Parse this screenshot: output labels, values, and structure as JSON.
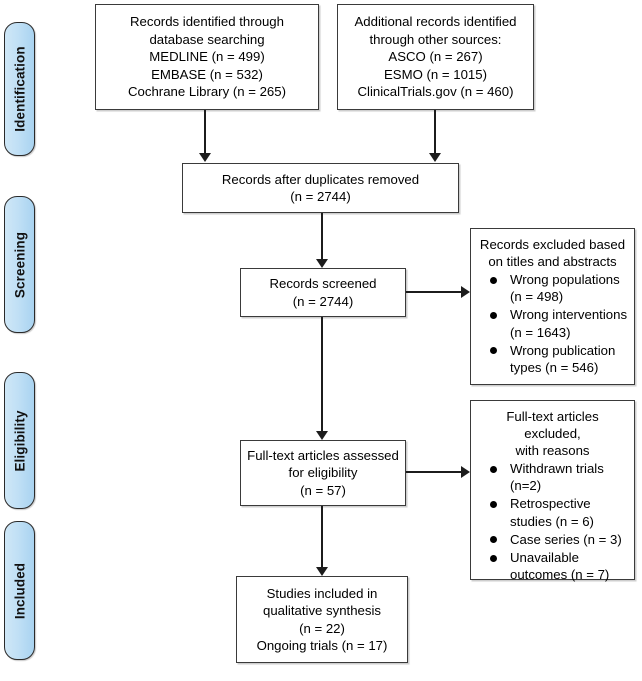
{
  "diagram": {
    "type": "prisma-flow-diagram",
    "stages": [
      {
        "id": "identification",
        "label": "Identification"
      },
      {
        "id": "screening",
        "label": "Screening"
      },
      {
        "id": "eligibility",
        "label": "Eligibility"
      },
      {
        "id": "included",
        "label": "Included"
      }
    ],
    "boxes": {
      "database_searching": {
        "lines": [
          "Records identified through",
          "database searching",
          "MEDLINE (n = 499)",
          "EMBASE (n = 532)",
          "Cochrane Library (n = 265)"
        ]
      },
      "other_sources": {
        "lines": [
          "Additional records identified",
          "through other sources:",
          "ASCO (n = 267)",
          "ESMO (n = 1015)",
          "ClinicalTrials.gov (n = 460)"
        ]
      },
      "duplicates_removed": {
        "lines": [
          "Records after duplicates removed",
          "(n = 2744)"
        ]
      },
      "records_screened": {
        "lines": [
          "Records screened",
          "(n = 2744)"
        ]
      },
      "records_excluded": {
        "header": [
          "Records excluded based",
          "on titles and abstracts"
        ],
        "items": [
          "Wrong populations (n = 498)",
          "Wrong interventions (n = 1643)",
          "Wrong publication types (n = 546)"
        ]
      },
      "fulltext_assessed": {
        "lines": [
          "Full-text articles assessed",
          "for eligibility",
          "(n = 57)"
        ]
      },
      "fulltext_excluded": {
        "header": [
          "Full-text articles excluded,",
          "with reasons"
        ],
        "items": [
          "Withdrawn trials (n=2)",
          "Retrospective studies (n = 6)",
          "Case series (n = 3)",
          "Unavailable outcomes (n = 7)"
        ]
      },
      "studies_included": {
        "lines": [
          "Studies included in",
          "qualitative synthesis",
          "(n = 22)",
          "Ongoing trials (n = 17)"
        ]
      }
    },
    "colors": {
      "stage_tab_fill": "#bfdff5",
      "stage_tab_border": "#2a2a2a",
      "box_border": "#3a3a3a",
      "connector": "#1c1c1c",
      "background": "#ffffff"
    }
  }
}
